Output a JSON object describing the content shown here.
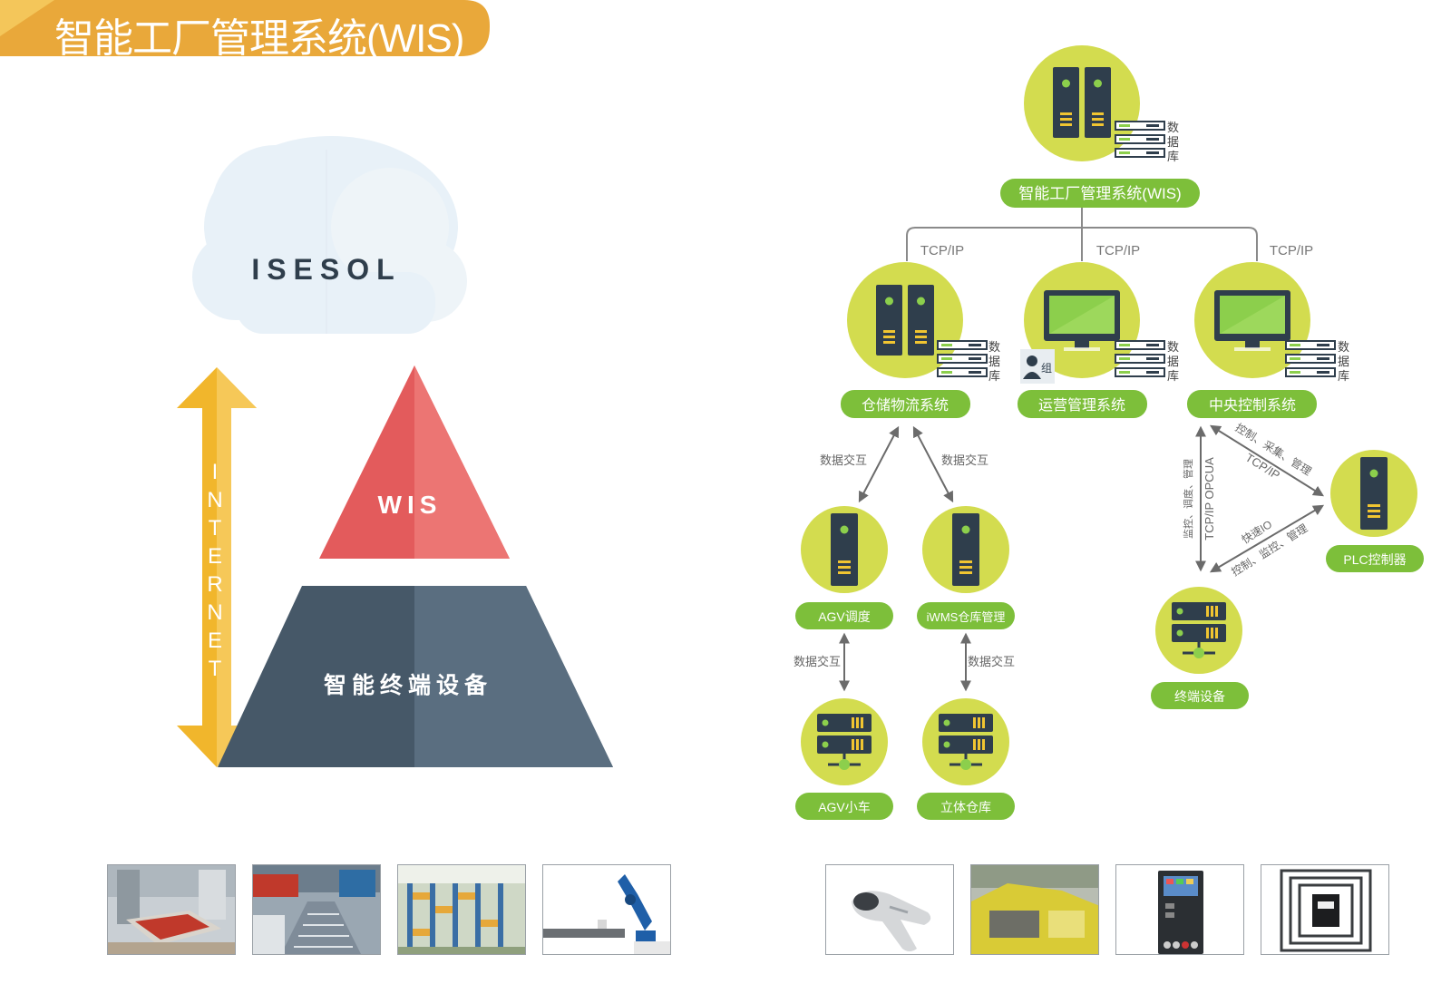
{
  "header": {
    "title": "智能工厂管理系统(WIS)"
  },
  "left": {
    "cloud_label": "ISESOL",
    "internet_label": "INTERNET",
    "pyramid_top": "WIS",
    "pyramid_bottom": "智能终端设备"
  },
  "right": {
    "top_node": {
      "label": "智能工厂管理系统(WIS)",
      "db": "数据库"
    },
    "link_labels": [
      "TCP/IP",
      "TCP/IP",
      "TCP/IP"
    ],
    "mid_nodes": [
      {
        "label": "仓储物流系统",
        "db": "数据库"
      },
      {
        "label": "运营管理系统",
        "db": "数据库",
        "group": "组"
      },
      {
        "label": "中央控制系统",
        "db": "数据库"
      }
    ],
    "data_exchange": "数据交互",
    "warehouse_nodes": [
      {
        "label": "AGV调度"
      },
      {
        "label": "iWMS仓库管理"
      },
      {
        "label": "AGV小车"
      },
      {
        "label": "立体仓库"
      }
    ],
    "control": {
      "plc_label": "PLC控制器",
      "terminal_label": "终端设备",
      "edge_top_upper": "控制、采集、管理",
      "edge_top_lower": "TCP/IP",
      "edge_left_outer": "监控、调度、管理",
      "edge_left_inner": "TCP/IP OPCUA",
      "edge_bottom_upper": "快速IO",
      "edge_bottom_lower": "控制、监控、管理"
    }
  },
  "photos_left": [
    "agv-cart-photo",
    "conveyor-line-photo",
    "stereo-warehouse-photo",
    "robot-arm-photo"
  ],
  "photos_right": [
    "barcode-scanner-photo",
    "yellow-machine-photo",
    "control-panel-photo",
    "rfid-tag-photo"
  ],
  "colors": {
    "banner": "#e9a83a",
    "node_green": "#d3dc4f",
    "label_green": "#7dbf3a",
    "server_dark": "#2f3e4c",
    "pyramid_red": "#e35b5c",
    "pyramid_slate": "#4e6070",
    "arrow_yellow": "#f1b62c"
  }
}
